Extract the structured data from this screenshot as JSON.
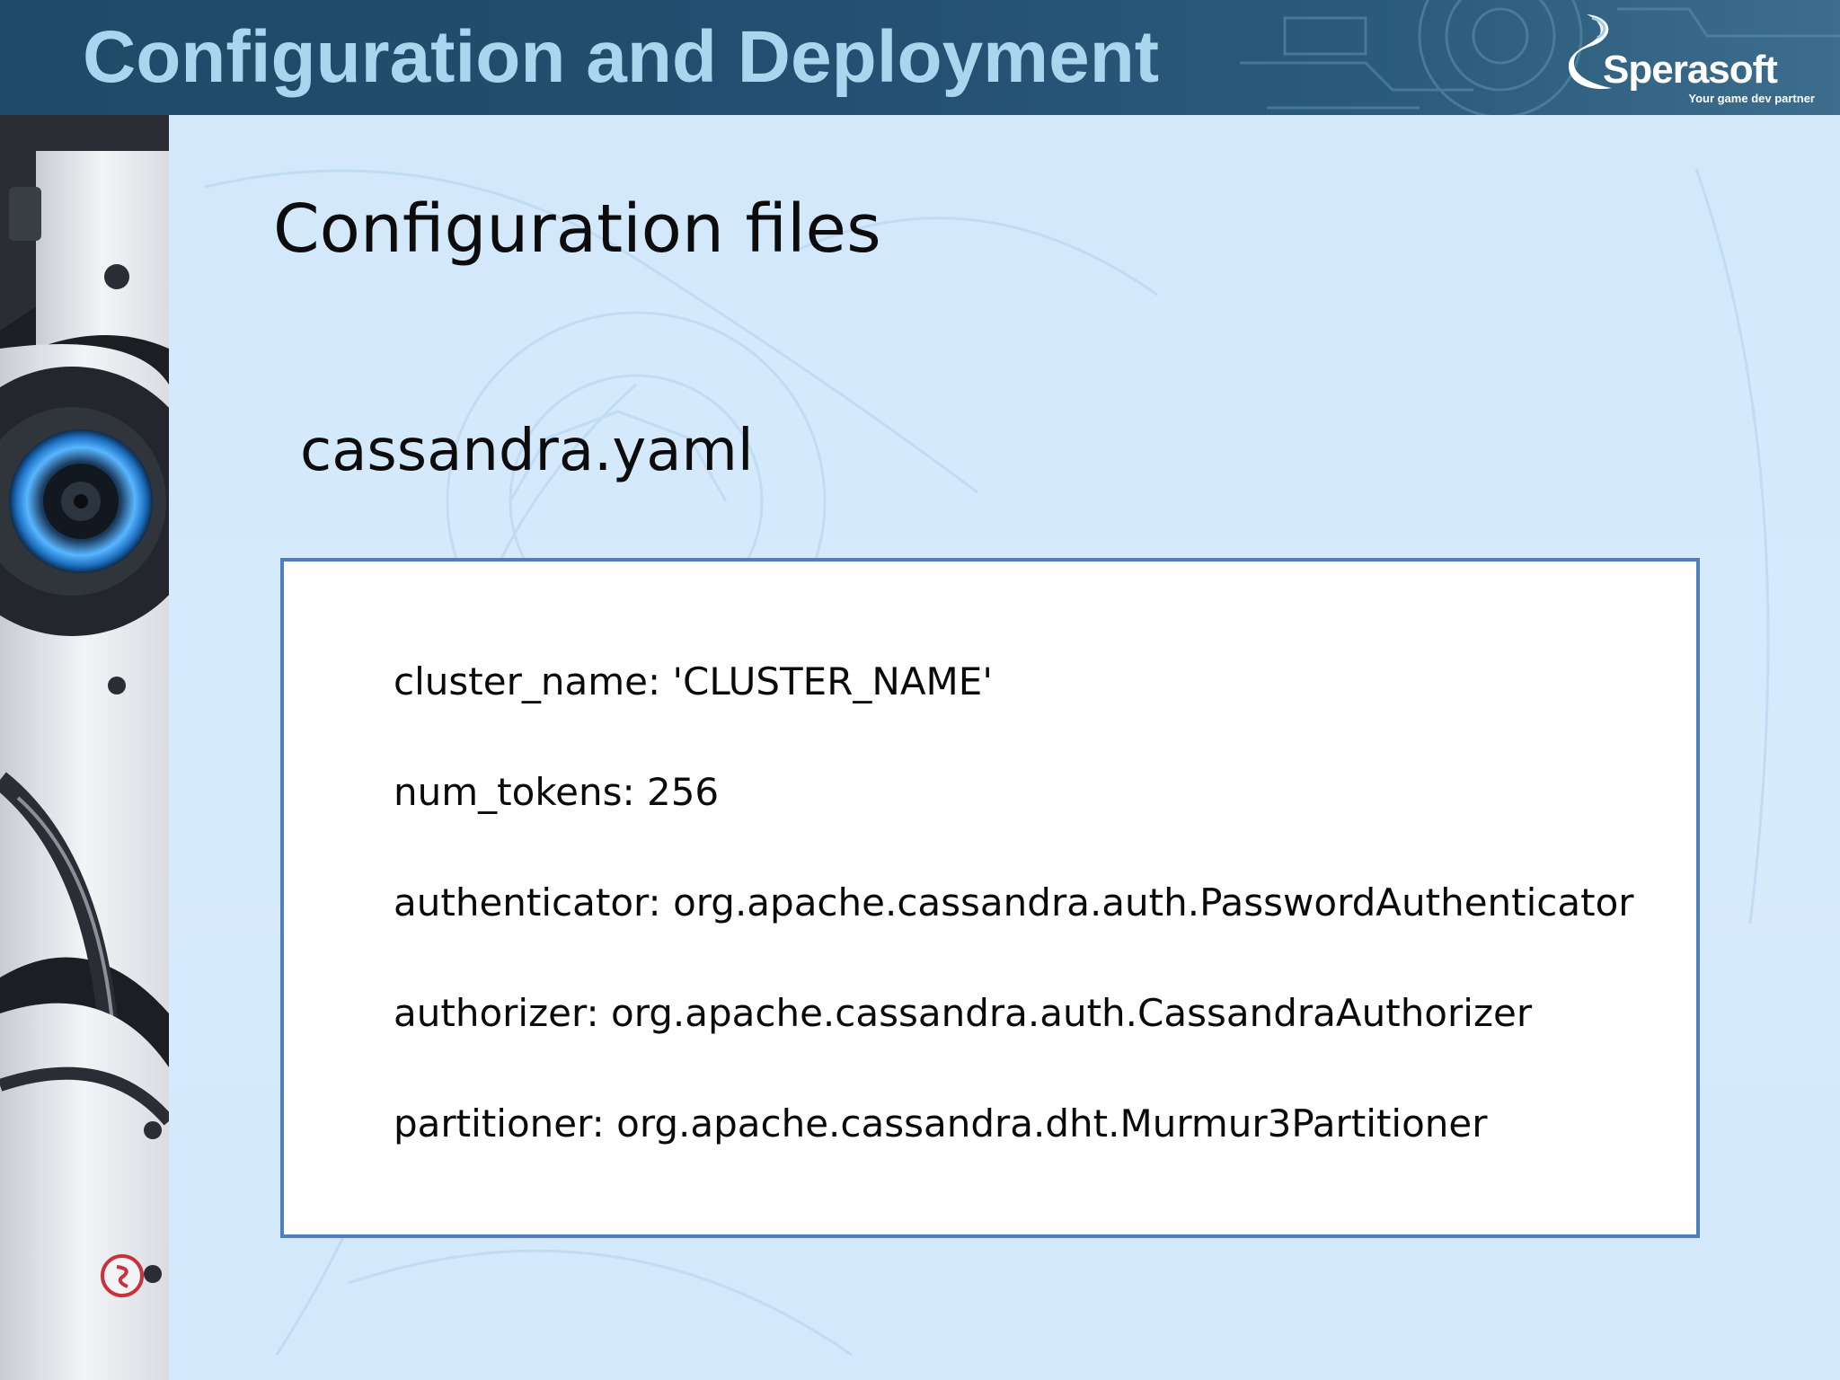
{
  "header": {
    "title": "Configuration and Deployment",
    "logo_text": "Sperasoft",
    "logo_tagline": "Your game dev partner"
  },
  "slide": {
    "heading": "Configuration files",
    "file_name": "cassandra.yaml",
    "config_lines": [
      "cluster_name: 'CLUSTER_NAME'",
      "num_tokens: 256",
      "authenticator: org.apache.cassandra.auth.PasswordAuthenticator",
      "authorizer: org.apache.cassandra.auth.CassandraAuthorizer",
      "partitioner: org.apache.cassandra.dht.Murmur3Partitioner"
    ]
  },
  "colors": {
    "header_background": "#234f70",
    "header_title": "#aad5ef",
    "slide_background": "#d4e9fb",
    "box_border": "#4f7fc2",
    "box_background": "#ffffff",
    "text": "#0c0c0c"
  },
  "icons": [
    "sperasoft-logo-icon",
    "robot-eye-icon",
    "sperasoft-badge-icon"
  ]
}
